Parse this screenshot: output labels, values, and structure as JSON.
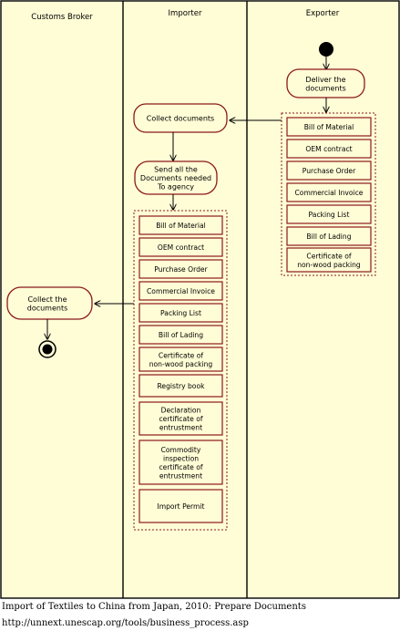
{
  "lanes": [
    {
      "title": "Customs Broker"
    },
    {
      "title": "Importer"
    },
    {
      "title": "Exporter"
    }
  ],
  "activities": {
    "deliver": [
      "Deliver the",
      "documents"
    ],
    "collect_importer": [
      "Collect documents"
    ],
    "send_agency": [
      "Send all the",
      "Documents needed",
      "To agency"
    ],
    "collect_broker": [
      "Collect the",
      "documents"
    ]
  },
  "exporter_documents": [
    [
      "Bill of Material"
    ],
    [
      "OEM contract"
    ],
    [
      "Purchase Order"
    ],
    [
      "Commercial Invoice"
    ],
    [
      "Packing List"
    ],
    [
      "Bill of Lading"
    ],
    [
      "Certificate of",
      "non-wood packing"
    ]
  ],
  "importer_documents": [
    [
      "Bill of Material"
    ],
    [
      "OEM contract"
    ],
    [
      "Purchase Order"
    ],
    [
      "Commercial Invoice"
    ],
    [
      "Packing List"
    ],
    [
      "Bill of Lading"
    ],
    [
      "Certificate of",
      "non-wood packing"
    ],
    [
      "Registry book"
    ],
    [
      "Declaration",
      "certificate of",
      "entrustment"
    ],
    [
      "Commodity",
      "inspection",
      "certificate of",
      "entrustment"
    ],
    [
      "Import Permit"
    ]
  ],
  "caption": {
    "line1": "Import of Textiles to China from Japan, 2010: Prepare Documents",
    "line2": "http://unnext.unescap.org/tools/business_process.asp"
  },
  "colors": {
    "lane_fill": "#fffdd6",
    "border": "#000000",
    "node_stroke": "#8b1a1a",
    "group_stroke": "#8b1a1a"
  }
}
